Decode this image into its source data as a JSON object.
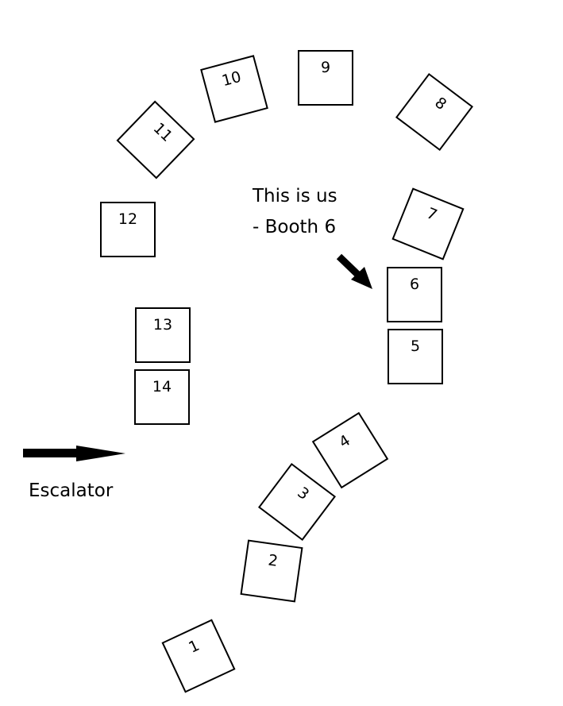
{
  "booths": [
    {
      "number": "1"
    },
    {
      "number": "2"
    },
    {
      "number": "3"
    },
    {
      "number": "4"
    },
    {
      "number": "5"
    },
    {
      "number": "6"
    },
    {
      "number": "7"
    },
    {
      "number": "8"
    },
    {
      "number": "9"
    },
    {
      "number": "10"
    },
    {
      "number": "11"
    },
    {
      "number": "12"
    },
    {
      "number": "13"
    },
    {
      "number": "14"
    }
  ],
  "callout": {
    "line1": "This is us",
    "line2": "- Booth 6"
  },
  "escalator": {
    "label": "Escalator"
  },
  "colors": {
    "stroke": "#000000",
    "background": "#ffffff"
  }
}
